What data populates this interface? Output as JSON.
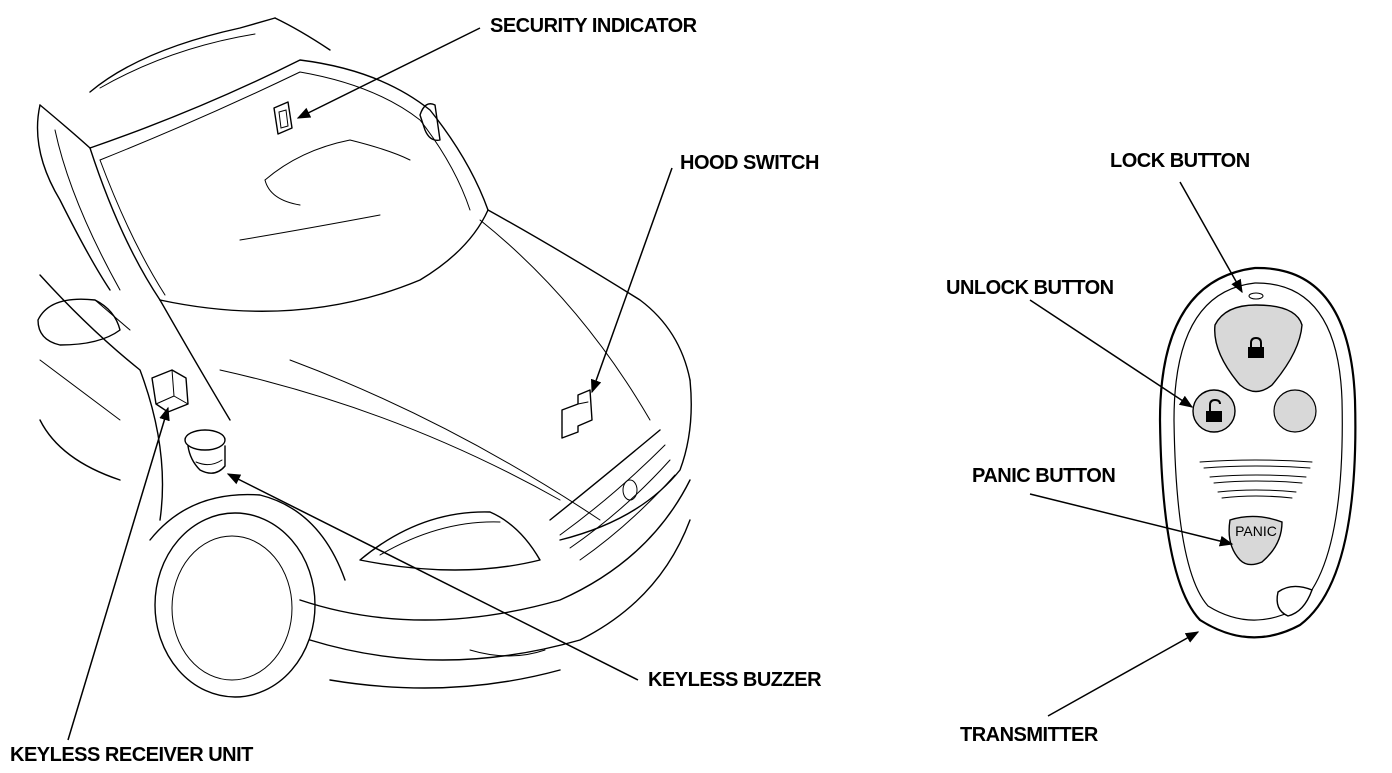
{
  "labels": {
    "security_indicator": "SECURITY INDICATOR",
    "hood_switch": "HOOD SWITCH",
    "keyless_buzzer": "KEYLESS BUZZER",
    "keyless_receiver_unit": "KEYLESS RECEIVER UNIT",
    "lock_button": "LOCK BUTTON",
    "unlock_button": "UNLOCK BUTTON",
    "panic_button": "PANIC BUTTON",
    "transmitter": "TRANSMITTER"
  },
  "transmitter_panic_text": "PANIC",
  "icons": {
    "lock": "padlock-closed-icon",
    "unlock": "padlock-open-icon"
  },
  "colors": {
    "line": "#000000",
    "background": "#ffffff",
    "fob_body": "#dcdcdc"
  }
}
